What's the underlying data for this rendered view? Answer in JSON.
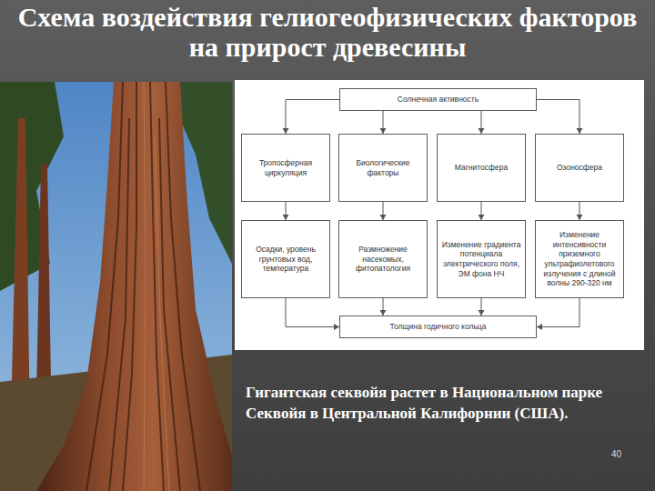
{
  "diagram": {
    "title": "Схема воздействия гелиогеофизических факторов на прирост древесины",
    "caption": "Гигантская секвойя растет в Национальном парке Секвойя в Центральной Калифорнии (США).",
    "nodes": [
      {
        "text": [
          "Солнечная активность"
        ]
      },
      {
        "text": [
          "Тропосферная циркуляция"
        ]
      },
      {
        "text": [
          "Биологические факторы"
        ]
      },
      {
        "text": [
          "Магнитосфера"
        ]
      },
      {
        "text": [
          "Озоносфера"
        ]
      },
      {
        "text": [
          "Осадки, уровень грунтовых вод, температура"
        ]
      },
      {
        "text": [
          "Размножение насекомых, фитопатология"
        ]
      },
      {
        "text": [
          "Изменение градиента потенциала электрического поля, ЭМ фона НЧ"
        ]
      },
      {
        "text": [
          "Изменение интенсивности приземного ультрафиолетового излучения с длиной волны 290-320 нм"
        ]
      },
      {
        "text": [
          "Толщина годичного кольца"
        ]
      }
    ],
    "edges": [
      {
        "from": 0,
        "to": 1,
        "arrow": "to"
      },
      {
        "from": 0,
        "to": 2,
        "arrow": "to"
      },
      {
        "from": 0,
        "to": 3,
        "arrow": "to"
      },
      {
        "from": 0,
        "to": 4,
        "arrow": "to"
      },
      {
        "from": 1,
        "to": 5,
        "arrow": "to"
      },
      {
        "from": 2,
        "to": 6,
        "arrow": "to"
      },
      {
        "from": 3,
        "to": 7,
        "arrow": "to"
      },
      {
        "from": 4,
        "to": 8,
        "arrow": "to"
      },
      {
        "from": 5,
        "to": 9,
        "arrow": "to"
      },
      {
        "from": 6,
        "to": 9,
        "arrow": "to"
      },
      {
        "from": 7,
        "to": 9,
        "arrow": "to"
      },
      {
        "from": 8,
        "to": 9,
        "arrow": "to"
      }
    ],
    "labels": [
      "40"
    ]
  }
}
